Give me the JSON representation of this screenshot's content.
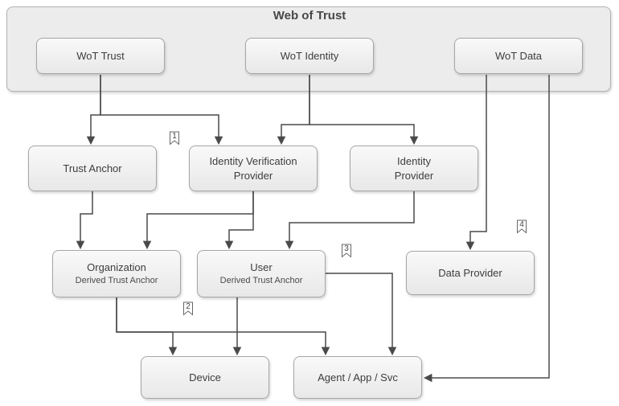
{
  "diagram": {
    "title": "Web of Trust",
    "top_group": {
      "wot_trust": "WoT Trust",
      "wot_identity": "WoT Identity",
      "wot_data": "WoT Data"
    },
    "nodes": {
      "trust_anchor": {
        "label": "Trust Anchor"
      },
      "identity_verification_provider": {
        "line1": "Identity Verification",
        "line2": "Provider"
      },
      "identity_provider": {
        "line1": "Identity",
        "line2": "Provider"
      },
      "organization": {
        "label": "Organization",
        "sublabel": "Derived Trust Anchor"
      },
      "user": {
        "label": "User",
        "sublabel": "Derived Trust Anchor"
      },
      "data_provider": {
        "label": "Data Provider"
      },
      "device": {
        "label": "Device"
      },
      "agent": {
        "label": "Agent / App / Svc"
      }
    },
    "markers": {
      "m1": "1",
      "m2": "2",
      "m3": "3",
      "m4": "4"
    }
  }
}
